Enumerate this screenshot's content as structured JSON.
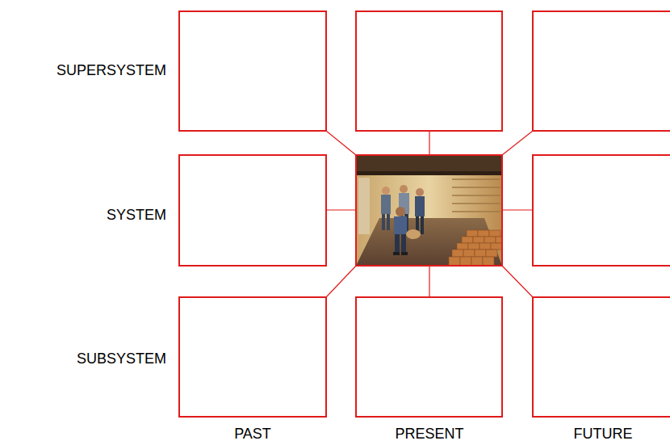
{
  "diagram": {
    "labels": [
      "SUPERSYSTEM",
      "SYSTEM",
      "SUBSYSTEM",
      "PAST",
      "PRESENT",
      "FUTURE"
    ]
  }
}
